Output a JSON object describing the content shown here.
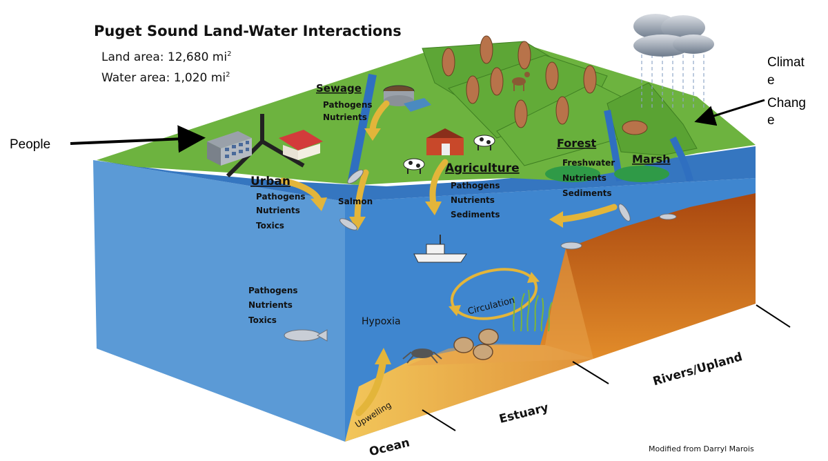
{
  "title": "Puget Sound Land-Water Interactions",
  "land_area": {
    "label": "Land area:  12,680 mi",
    "sup": "2"
  },
  "water_area": {
    "label": "Water area:  1,020 mi",
    "sup": "2"
  },
  "people_label": "People",
  "climate_label": [
    "Climat",
    "e",
    "Chang",
    "e"
  ],
  "sewage": {
    "heading": "Sewage",
    "items": [
      "Pathogens",
      "Nutrients"
    ]
  },
  "urban": {
    "heading": "Urban",
    "items": [
      "Pathogens",
      "Nutrients",
      "Toxics"
    ]
  },
  "salmon_label": "Salmon",
  "agriculture": {
    "heading": "Agriculture",
    "items": [
      "Pathogens",
      "Nutrients",
      "Sediments"
    ]
  },
  "forest": {
    "heading": "Forest",
    "items": [
      "Freshwater",
      "Nutrients",
      "Sediments"
    ]
  },
  "marsh_label": "Marsh",
  "ocean_pollutants": [
    "Pathogens",
    "Nutrients",
    "Toxics"
  ],
  "hypoxia_label": "Hypoxia",
  "circulation_label": "Circulation",
  "upwelling_label": "Upwelling",
  "zones": {
    "ocean": "Ocean",
    "estuary": "Estuary",
    "rivers": "Rivers/Upland"
  },
  "credit": "Modified from Darryl Marois",
  "colors": {
    "land": "#6db33f",
    "land_dark": "#4e9a2e",
    "water_top": "#3d7fc8",
    "water_side": "#5599d8",
    "soil": "#c8651c",
    "arrow": "#e3b53a"
  }
}
